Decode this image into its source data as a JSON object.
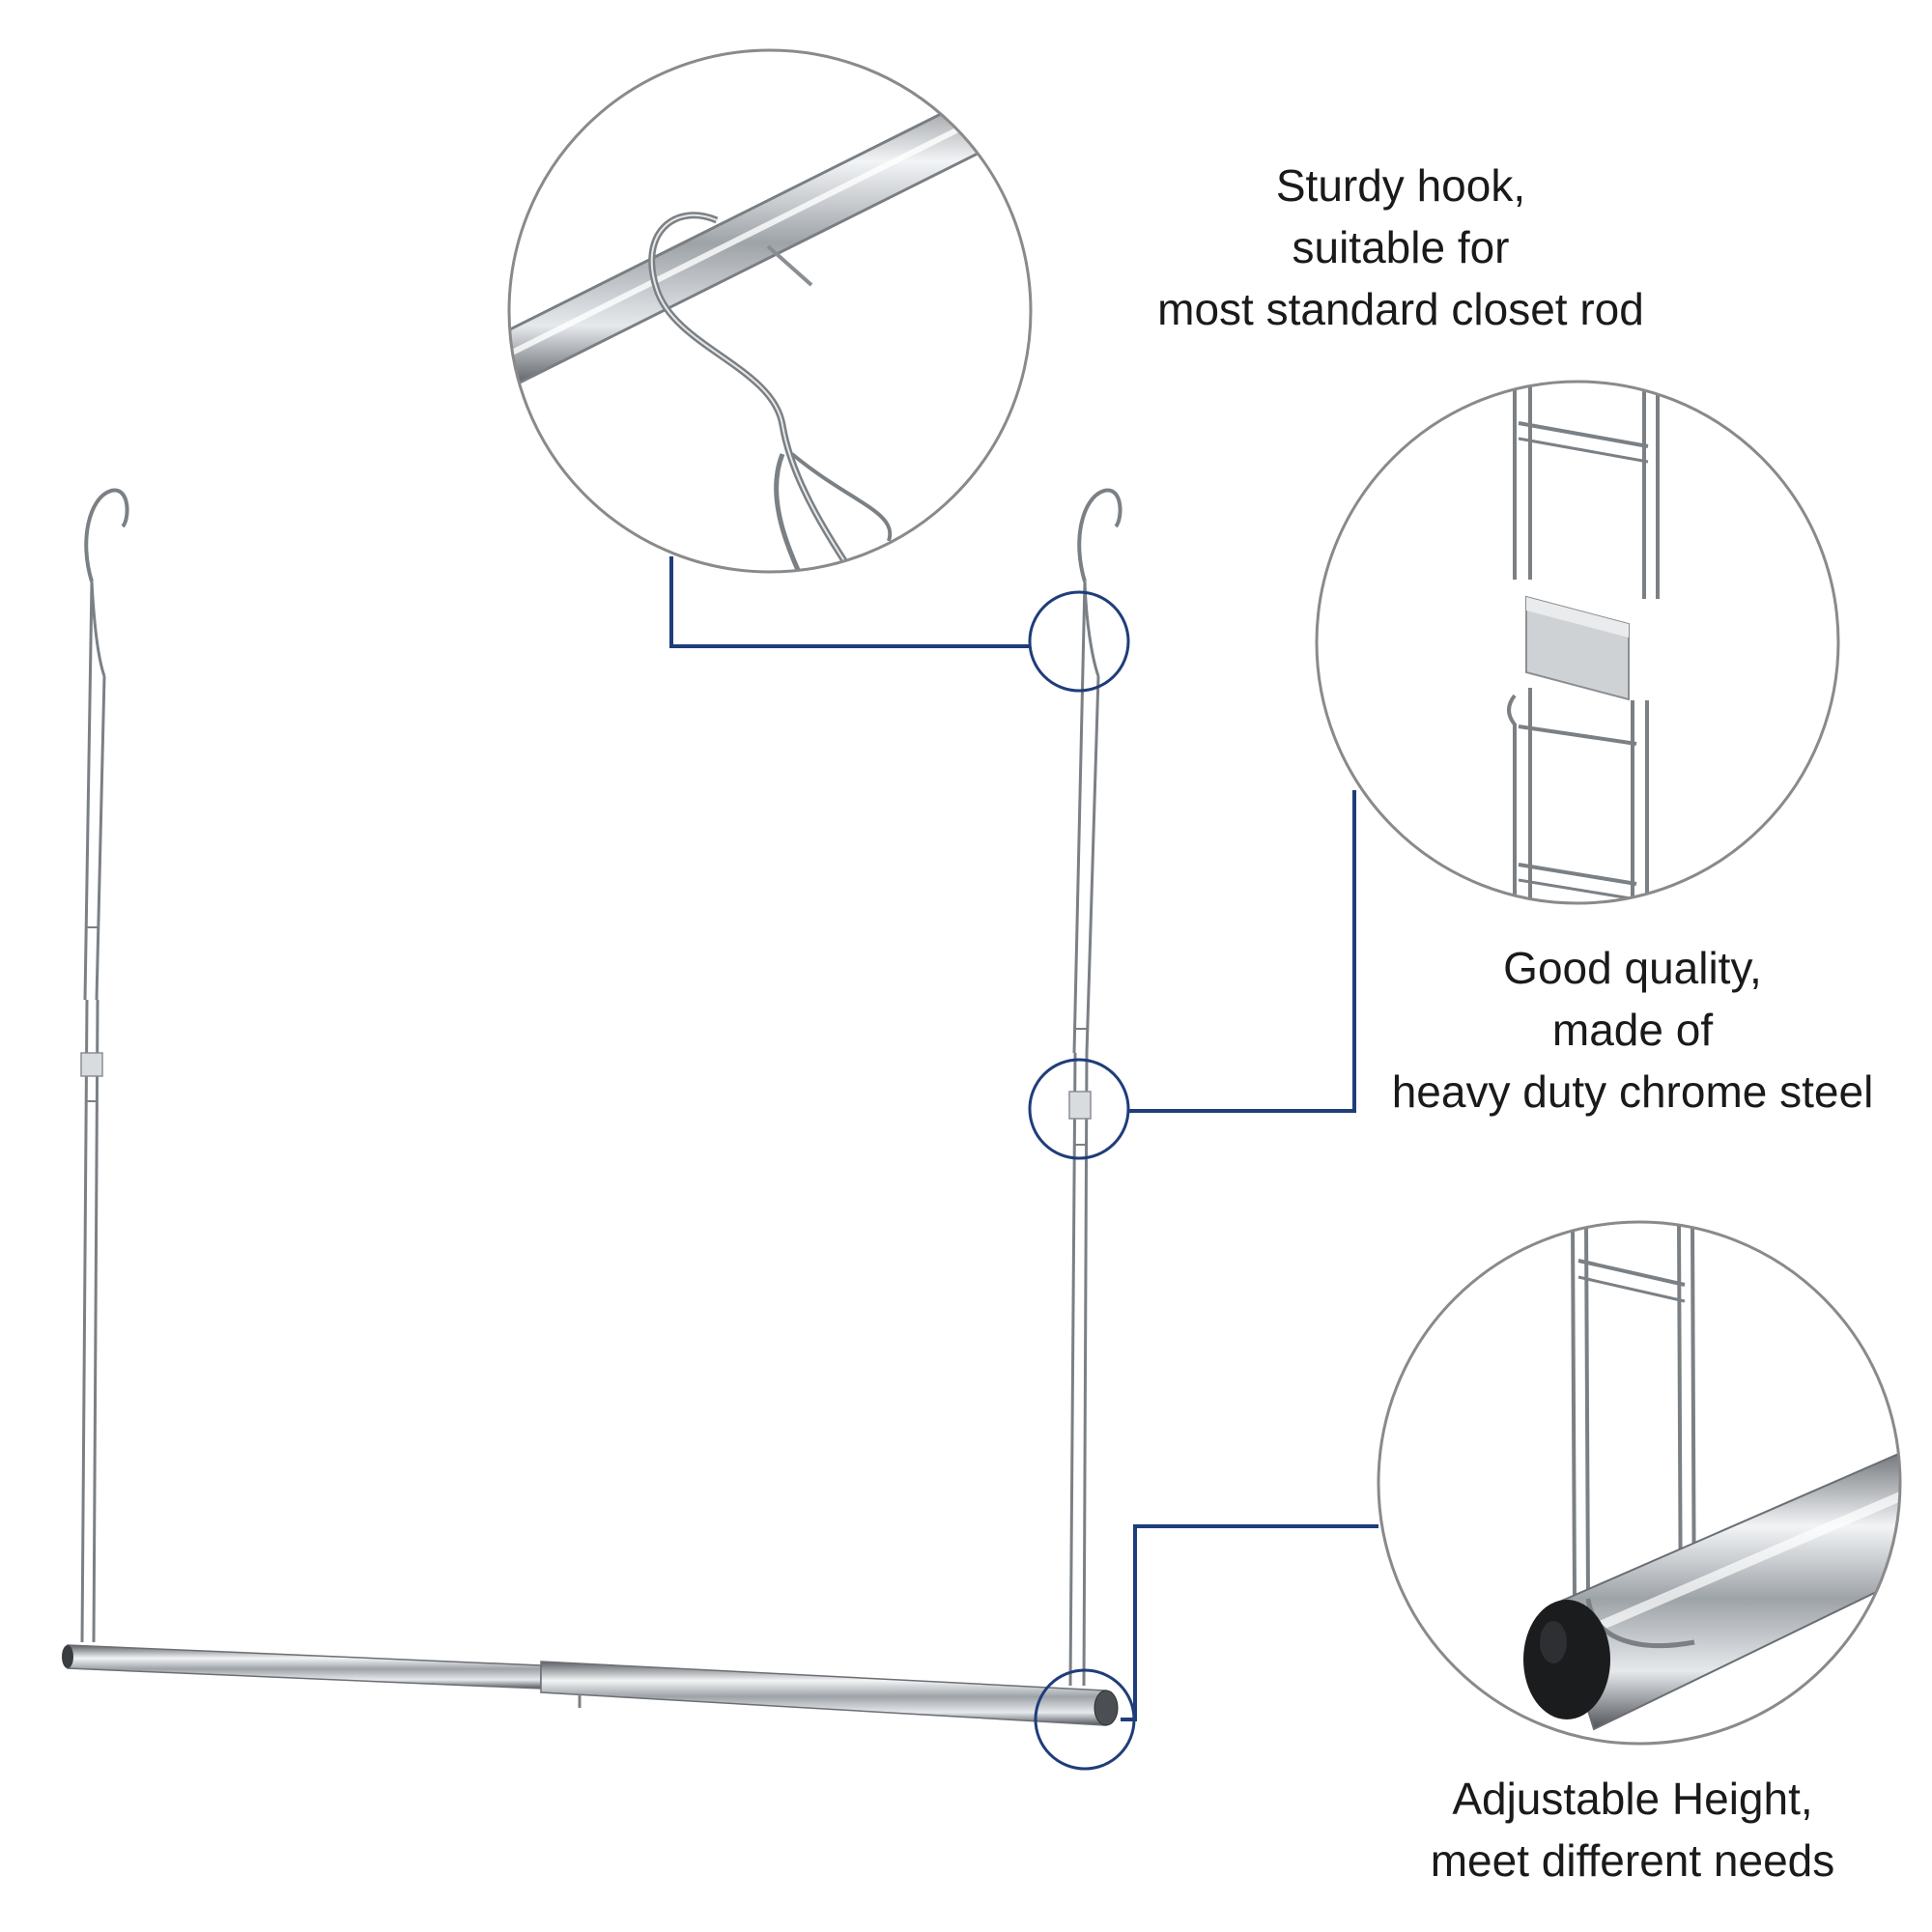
{
  "features": {
    "hook": {
      "lines": [
        "Sturdy hook,",
        "suitable for",
        "most standard closet rod"
      ]
    },
    "quality": {
      "lines": [
        "Good quality,",
        "made of",
        "heavy duty chrome steel"
      ]
    },
    "height": {
      "lines": [
        "Adjustable Height,",
        "meet different needs"
      ]
    }
  },
  "colors": {
    "callout_line": "#1f3d7a",
    "circle_border": "#8a8a8a",
    "chrome_dark": "#6f7378",
    "chrome_light": "#e4e7ea",
    "text": "#1a1a1a"
  }
}
